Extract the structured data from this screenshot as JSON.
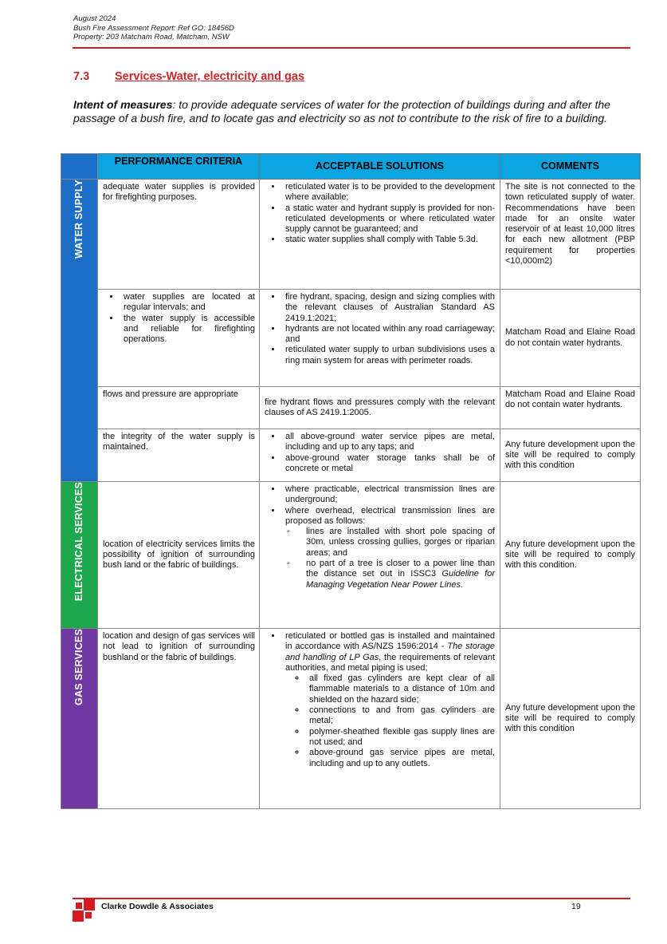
{
  "header": {
    "line1": "August 2024",
    "line2": "Bush Fire Assessment Report: Ref GO: 18456D",
    "line3": "Property: 203 Matcham Road, Matcham, NSW"
  },
  "section": {
    "number": "7.3",
    "title": "Services-Water, electricity and gas"
  },
  "intent": {
    "label": "Intent of measures",
    "text": ": to provide adequate services of water for the protection of buildings during and after the passage of a bush fire, and to locate gas and electricity so as not to contribute to the risk of fire to a building."
  },
  "table": {
    "headers": {
      "performance": "PERFORMANCE CRITERIA",
      "acceptable": "ACCEPTABLE SOLUTIONS",
      "comments": "COMMENTS"
    },
    "groups": {
      "water": "WATER SUPPLY",
      "electrical": "ELECTRICAL SERVICES",
      "gas": "GAS SERVICES"
    },
    "water_rows": [
      {
        "pc": "adequate water supplies is provided for firefighting purposes.",
        "as": [
          "reticulated water is to be provided to the development where available;",
          "a static water and hydrant supply is provided for non-reticulated developments or where reticulated water supply cannot be guaranteed; and",
          "static water supplies shall comply with Table 5.3d."
        ],
        "cm": "The site is not connected to the town reticulated supply of water. Recommendations have been made for an onsite water reservoir of at least 10,000 litres for each new allotment (PBP requirement for properties <10,000m2)"
      },
      {
        "pc": [
          "water supplies are located at regular intervals; and",
          "the water supply is accessible and reliable for firefighting operations."
        ],
        "as": [
          "fire hydrant, spacing, design and sizing complies with the relevant clauses of Australian Standard AS 2419.1:2021;",
          "hydrants are not located within any road carriageway; and",
          "reticulated water supply to urban subdivisions uses a ring main system for areas with perimeter roads."
        ],
        "cm": "Matcham Road and Elaine Road do not contain water hydrants."
      },
      {
        "pc": "flows and pressure are appropriate",
        "as": "fire hydrant flows and pressures comply with the relevant clauses of AS 2419.1:2005.",
        "cm": "Matcham Road and Elaine Road do not contain water hydrants."
      },
      {
        "pc": "the integrity of the water supply is maintained.",
        "as": [
          "all above-ground water service pipes are metal, including and up to any taps; and",
          "above-ground water storage tanks shall be of concrete or metal"
        ],
        "cm": "Any future development upon the site will be required to comply with this condition"
      }
    ],
    "electrical_row": {
      "pc": "location of electricity services limits the possibility of ignition of surrounding bush land or the fabric of buildings.",
      "as_1": "where practicable, electrical transmission lines are underground;",
      "as_2": "where overhead, electrical transmission lines are proposed as follows:",
      "as_sub_1": "lines are installed with short pole spacing of 30m, unless crossing gullies, gorges or riparian areas; and",
      "as_sub_2_pre": "no part of a tree is closer to a power line than the distance set out in ISSC3 ",
      "as_sub_2_ital": "Guideline for Managing Vegetation Near Power Lines",
      "as_sub_2_post": ".",
      "cm": "Any future development upon the site will be required to comply with this condition."
    },
    "gas_row": {
      "pc": "location and design of gas services will not lead to ignition of surrounding bushland or the fabric of buildings.",
      "as_main_pre": "reticulated or bottled gas is installed and maintained in accordance with AS/NZS 1596:2014 - ",
      "as_main_ital": "The storage and handling of LP Gas",
      "as_main_post": ", the requirements of relevant authorities, and metal piping is used;",
      "as_sub": [
        "all fixed gas cylinders are kept clear of all flammable materials to a distance of 10m and shielded on the hazard side;",
        "connections to and from gas cylinders are metal;",
        "polymer-sheathed flexible gas supply lines are not used; and",
        "above-ground gas service pipes are metal, including and up to any outlets."
      ],
      "cm": "Any future development upon the site will be required to comply with this condition"
    }
  },
  "footer": {
    "company": "Clarke Dowdle & Associates",
    "page": "19"
  }
}
